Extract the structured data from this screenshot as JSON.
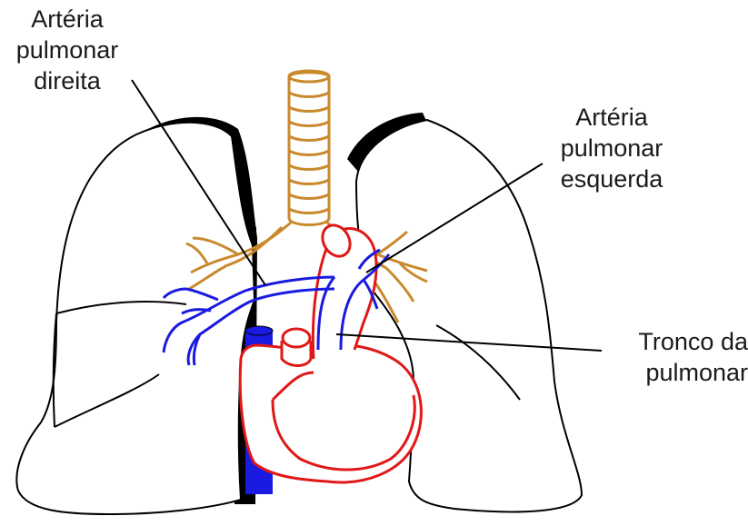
{
  "labels": {
    "right_pulmonary_artery": [
      "Artéria",
      "pulmonar",
      "direita"
    ],
    "left_pulmonary_artery": [
      "Artéria",
      "pulmonar",
      "esquerda"
    ],
    "pulmonary_trunk": [
      "Tronco da",
      "pulmonar"
    ]
  },
  "colors": {
    "outline": "#000000",
    "airway": "#c98a2e",
    "pulmonary_artery": "#1a1ae0",
    "heart": "#e01818",
    "vena_cava": "#1a1ae0"
  }
}
